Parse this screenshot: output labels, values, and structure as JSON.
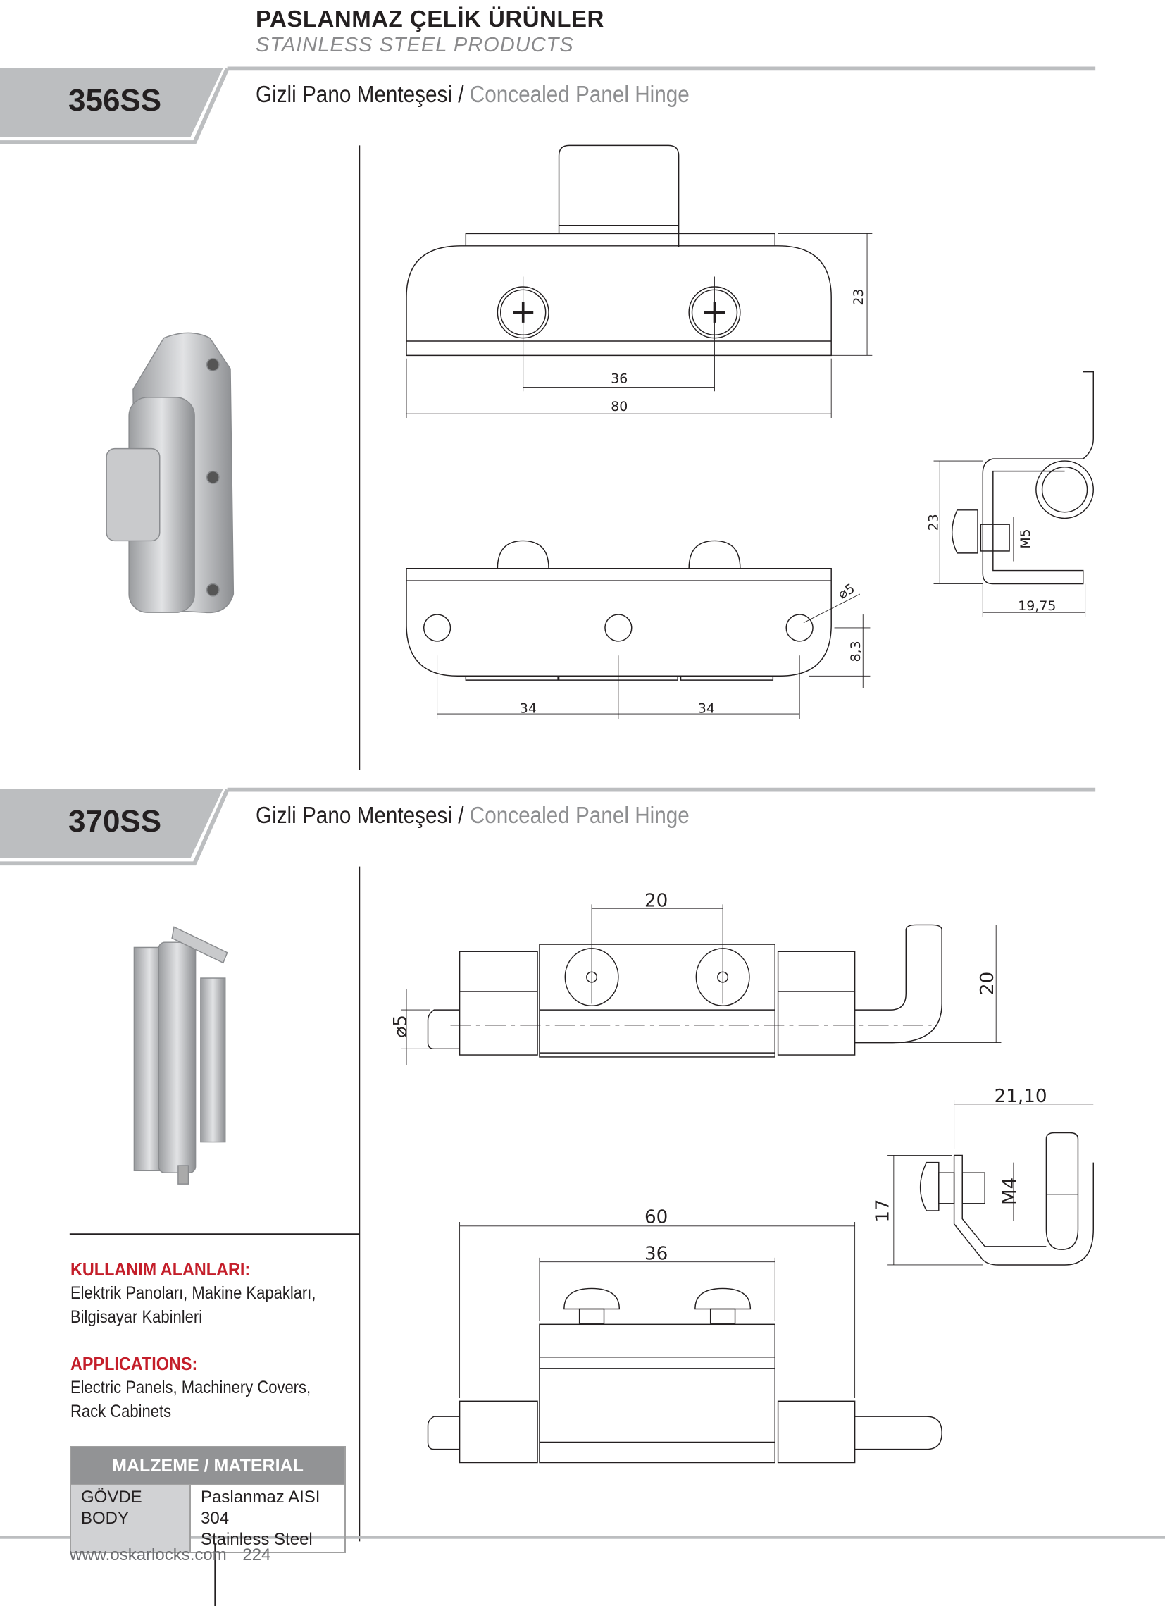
{
  "header": {
    "title": "PASLANMAZ ÇELİK ÜRÜNLER",
    "subtitle": "STAINLESS STEEL PRODUCTS"
  },
  "products": [
    {
      "code": "356SS",
      "title_tr": "Gizli Pano Menteşesi",
      "separator": " / ",
      "title_en": "Concealed Panel Hinge",
      "dims": {
        "top_height": "23",
        "screw_spacing": "36",
        "width": "80",
        "hole_dia": "⌀5",
        "hole_offset": "8,3",
        "hole_left": "34",
        "hole_right": "34",
        "side_height": "23",
        "thread": "M5",
        "side_depth": "19,75"
      }
    },
    {
      "code": "370SS",
      "title_tr": "Gizli Pano Menteşesi",
      "separator": " / ",
      "title_en": "Concealed Panel Hinge",
      "dims": {
        "screw_spacing_top": "20",
        "pin_height": "20",
        "pin_dia": "⌀5",
        "side_depth": "21,10",
        "side_height": "17",
        "thread": "M4",
        "width": "60",
        "screw_spacing": "36"
      }
    }
  ],
  "applications": {
    "tr_heading": "KULLANIM ALANLARI:",
    "tr_lines": [
      "Elektrik Panoları, Makine Kapakları,",
      "Bilgisayar Kabinleri"
    ],
    "en_heading": "APPLICATIONS:",
    "en_lines": [
      "Electric Panels, Machinery Covers,",
      "Rack Cabinets"
    ]
  },
  "material": {
    "heading": "MALZEME / MATERIAL",
    "label_tr": "GÖVDE",
    "label_en": "BODY",
    "value_tr": "Paslanmaz AISI 304",
    "value_en": "Stainless Steel"
  },
  "footer": {
    "website": "www.oskarlocks.com",
    "page": "224"
  },
  "colors": {
    "accent_red": "#c41e2a",
    "band_gray": "#bcbec0",
    "table_header": "#929395"
  }
}
